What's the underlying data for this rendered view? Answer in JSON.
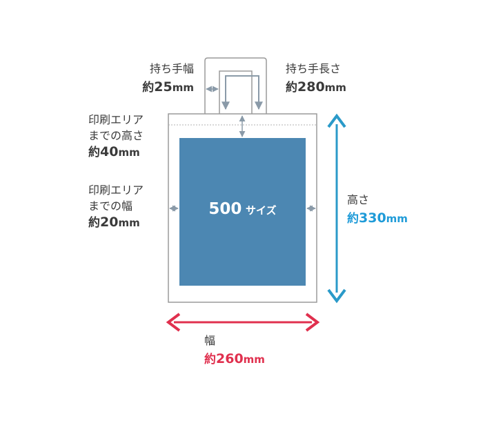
{
  "colors": {
    "print_area": "#4c87b2",
    "guide_gray": "#8a9aa8",
    "height_arrow": "#2a9ac9",
    "width_arrow": "#e0304e",
    "bag_outline": "#9a9a9a"
  },
  "center": {
    "size_number": "500",
    "size_suffix": "サイズ"
  },
  "labels": {
    "handle_width": {
      "title": "持ち手幅",
      "approx": "約",
      "value": "25",
      "unit": "mm"
    },
    "handle_length": {
      "title": "持ち手長さ",
      "approx": "約",
      "value": "280",
      "unit": "mm"
    },
    "print_top_margin": {
      "line1": "印刷エリア",
      "line2": "までの高さ",
      "approx": "約",
      "value": "40",
      "unit": "mm"
    },
    "print_side_margin": {
      "line1": "印刷エリア",
      "line2": "までの幅",
      "approx": "約",
      "value": "20",
      "unit": "mm"
    },
    "height": {
      "title": "高さ",
      "approx": "約",
      "value": "330",
      "unit": "mm"
    },
    "width": {
      "title": "幅",
      "approx": "約",
      "value": "260",
      "unit": "mm"
    }
  }
}
